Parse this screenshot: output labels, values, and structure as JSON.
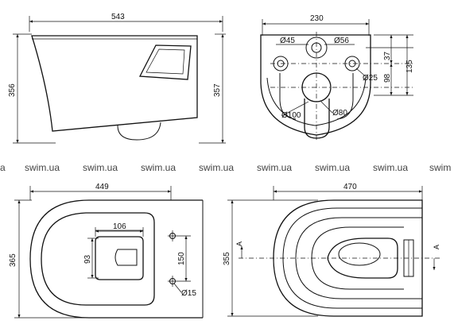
{
  "views": {
    "side": {
      "width": "543",
      "height_left": "356",
      "height_right": "357"
    },
    "rear": {
      "width": "230",
      "d_top_left": "Ø45",
      "d_top_right": "Ø56",
      "d_right": "Ø25",
      "d_bottom_left": "Ø100",
      "d_bottom_right": "Ø80",
      "v_37": "37",
      "v_98": "98",
      "v_135": "135"
    },
    "top": {
      "width": "449",
      "height": "365",
      "opening_w": "106",
      "opening_h": "93",
      "holes_spacing": "150",
      "hole_diameter": "Ø15"
    },
    "bottom": {
      "width": "470",
      "height": "355",
      "section_left": "A",
      "section_right": "A"
    }
  },
  "watermark": {
    "items": [
      "a",
      "swim.ua",
      "swim.ua",
      "swim.ua",
      "swim.ua",
      "swim.ua",
      "swim.ua",
      "swim.ua",
      "swim"
    ]
  }
}
